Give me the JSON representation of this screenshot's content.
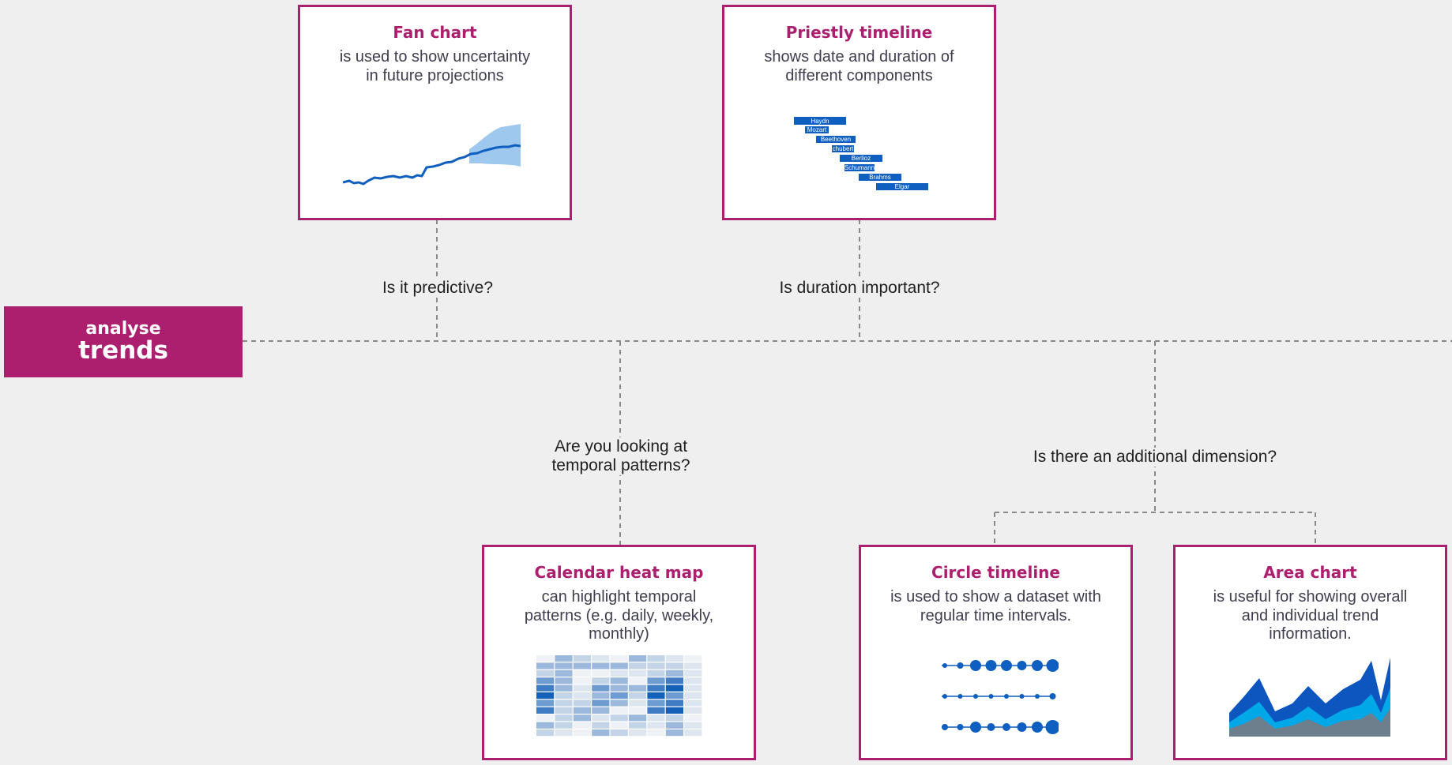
{
  "root": {
    "line1": "analyse",
    "line2": "trends"
  },
  "questions": {
    "predictive": "Is it predictive?",
    "duration": "Is duration important?",
    "temporal": "Are you looking at\ntemporal patterns?",
    "dimension": "Is there an additional dimension?"
  },
  "cards": {
    "fan_chart": {
      "title": "Fan chart",
      "desc": "is used to show uncertainty\nin   future projections"
    },
    "priestly_timeline": {
      "title": "Priestly timeline",
      "desc": "shows date and duration of\ndifferent components",
      "bars": [
        "Haydn",
        "Mozart",
        "Beethoven",
        "chubert",
        "Berlioz",
        "Schumann",
        "Brahms",
        "Elgar"
      ]
    },
    "calendar_heat_map": {
      "title": "Calendar heat map",
      "desc": "can highlight temporal\npatterns (e.g. daily, weekly,\nmonthly)"
    },
    "circle_timeline": {
      "title": "Circle timeline",
      "desc": "is used to show a dataset with\nregular time intervals."
    },
    "area_chart": {
      "title": "Area chart",
      "desc": "is useful for showing overall\nand individual trend\ninformation."
    }
  },
  "colors": {
    "accent": "#ac1f6e",
    "chart_blue": "#0f5fc0",
    "light_blue": "#9ec8ee",
    "area_gray": "#6d7f8c",
    "area_cyan": "#00a8e8",
    "area_blue": "#0d55bf"
  }
}
